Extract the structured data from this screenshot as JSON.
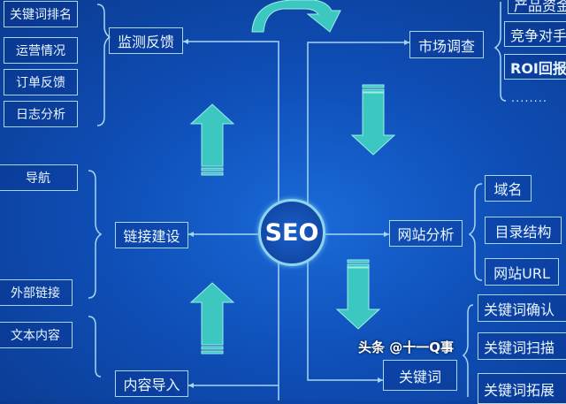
{
  "center": {
    "label": "SEO"
  },
  "nodes": {
    "monitor": "监测反馈",
    "market": "市场调查",
    "links": "链接建设",
    "site_analysis": "网站分析",
    "content": "内容导入",
    "keywords": "关键词"
  },
  "monitor_items": [
    "关键词排名",
    "运营情况",
    "订单反馈",
    "日志分析"
  ],
  "market_items": [
    "产品资金",
    "竞争对手",
    "ROI回报",
    "........"
  ],
  "links_items": [
    "导航",
    "外部链接"
  ],
  "content_items": [
    "文本内容"
  ],
  "site_items": [
    "域名",
    "目录结构",
    "网站URL"
  ],
  "keyword_items": [
    "关键词确认",
    "关键词扫描",
    "关键词拓展"
  ],
  "watermark": "头条 @十一Q事",
  "colors": {
    "background": "#0f4fb8",
    "arrow": "#3cc8c0",
    "line": "#a9d6f0"
  }
}
